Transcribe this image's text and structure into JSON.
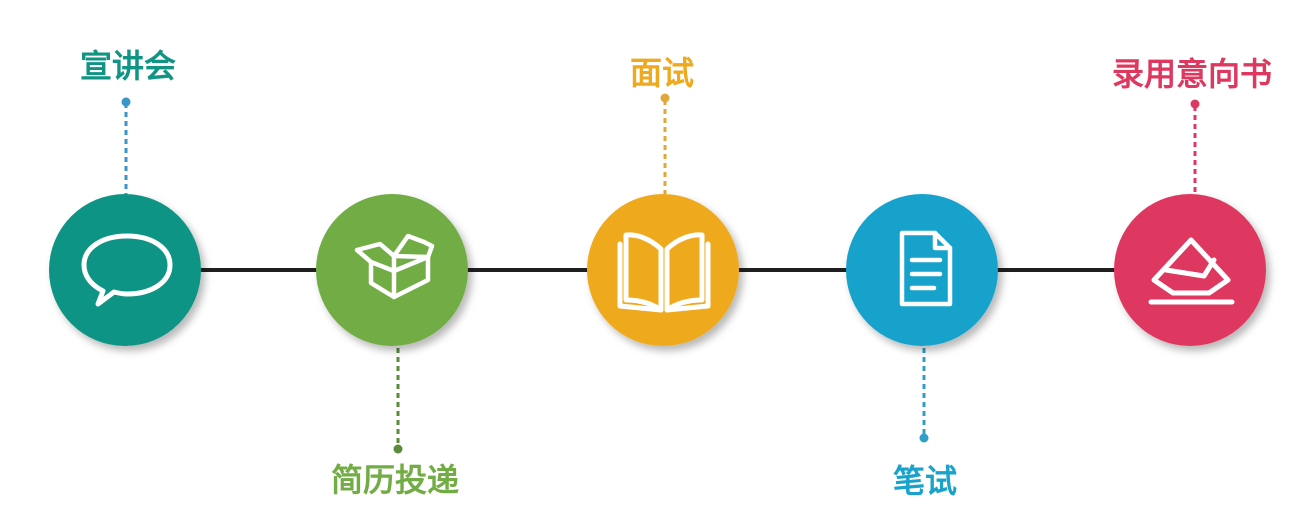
{
  "steps": [
    {
      "label": "宣讲会",
      "icon": "speech-bubble-icon",
      "color": "#119484",
      "position": "top"
    },
    {
      "label": "简历投递",
      "icon": "open-box-icon",
      "color": "#72AC45",
      "position": "bottom"
    },
    {
      "label": "面试",
      "icon": "open-book-icon",
      "color": "#EEA91F",
      "position": "top"
    },
    {
      "label": "笔试",
      "icon": "document-icon",
      "color": "#19A2CB",
      "position": "bottom"
    },
    {
      "label": "录用意向书",
      "icon": "envelope-icon",
      "color": "#DF3860",
      "position": "top"
    }
  ],
  "connector_color": "#1f1f1f",
  "dash_colors": [
    "#3a96c7",
    "#5a8a3a",
    "#e0a83a",
    "#2f9fc9",
    "#df3860"
  ]
}
